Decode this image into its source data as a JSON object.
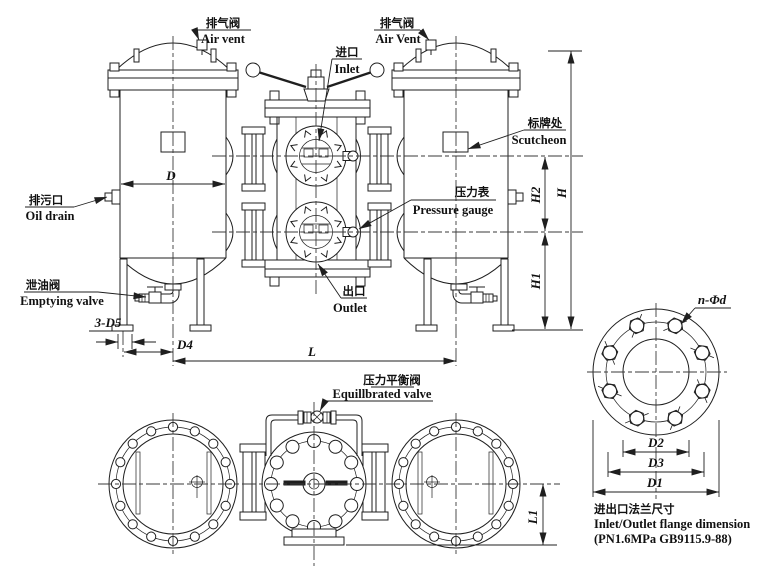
{
  "labels": {
    "air_vent_left": {
      "zh": "排气阀",
      "en": "Air vent"
    },
    "air_vent_right": {
      "zh": "排气阀",
      "en": "Air Vent"
    },
    "inlet": {
      "zh": "进口",
      "en": "Inlet"
    },
    "scutcheon": {
      "zh": "标牌处",
      "en": "Scutcheon"
    },
    "oil_drain": {
      "zh": "排污口",
      "en": "Oil drain"
    },
    "pressure_gauge": {
      "zh": "压力表",
      "en": "Pressure gauge"
    },
    "emptying_valve": {
      "zh": "泄油阀",
      "en": "Emptying valve"
    },
    "outlet": {
      "zh": "出口",
      "en": "Outlet"
    },
    "equilibrated_valve": {
      "zh": "压力平衡阀",
      "en": "Equillbrated valve"
    },
    "flange_note": {
      "zh": "进出口法兰尺寸",
      "en": "Inlet/Outlet flange dimension",
      "spec": "(PN1.6MPa GB9115.9-88)"
    }
  },
  "dimensions": {
    "d": "D",
    "h": "H",
    "h1": "H1",
    "h2": "H2",
    "l": "L",
    "l1": "L1",
    "d1": "D1",
    "d2": "D2",
    "d3": "D3",
    "d4": "D4",
    "leg_holes": "3-D5",
    "flange_holes": "n-Φd"
  },
  "colors": {
    "line": "#1f1f1f",
    "centerline": "#3a3a3a",
    "background": "#ffffff"
  }
}
